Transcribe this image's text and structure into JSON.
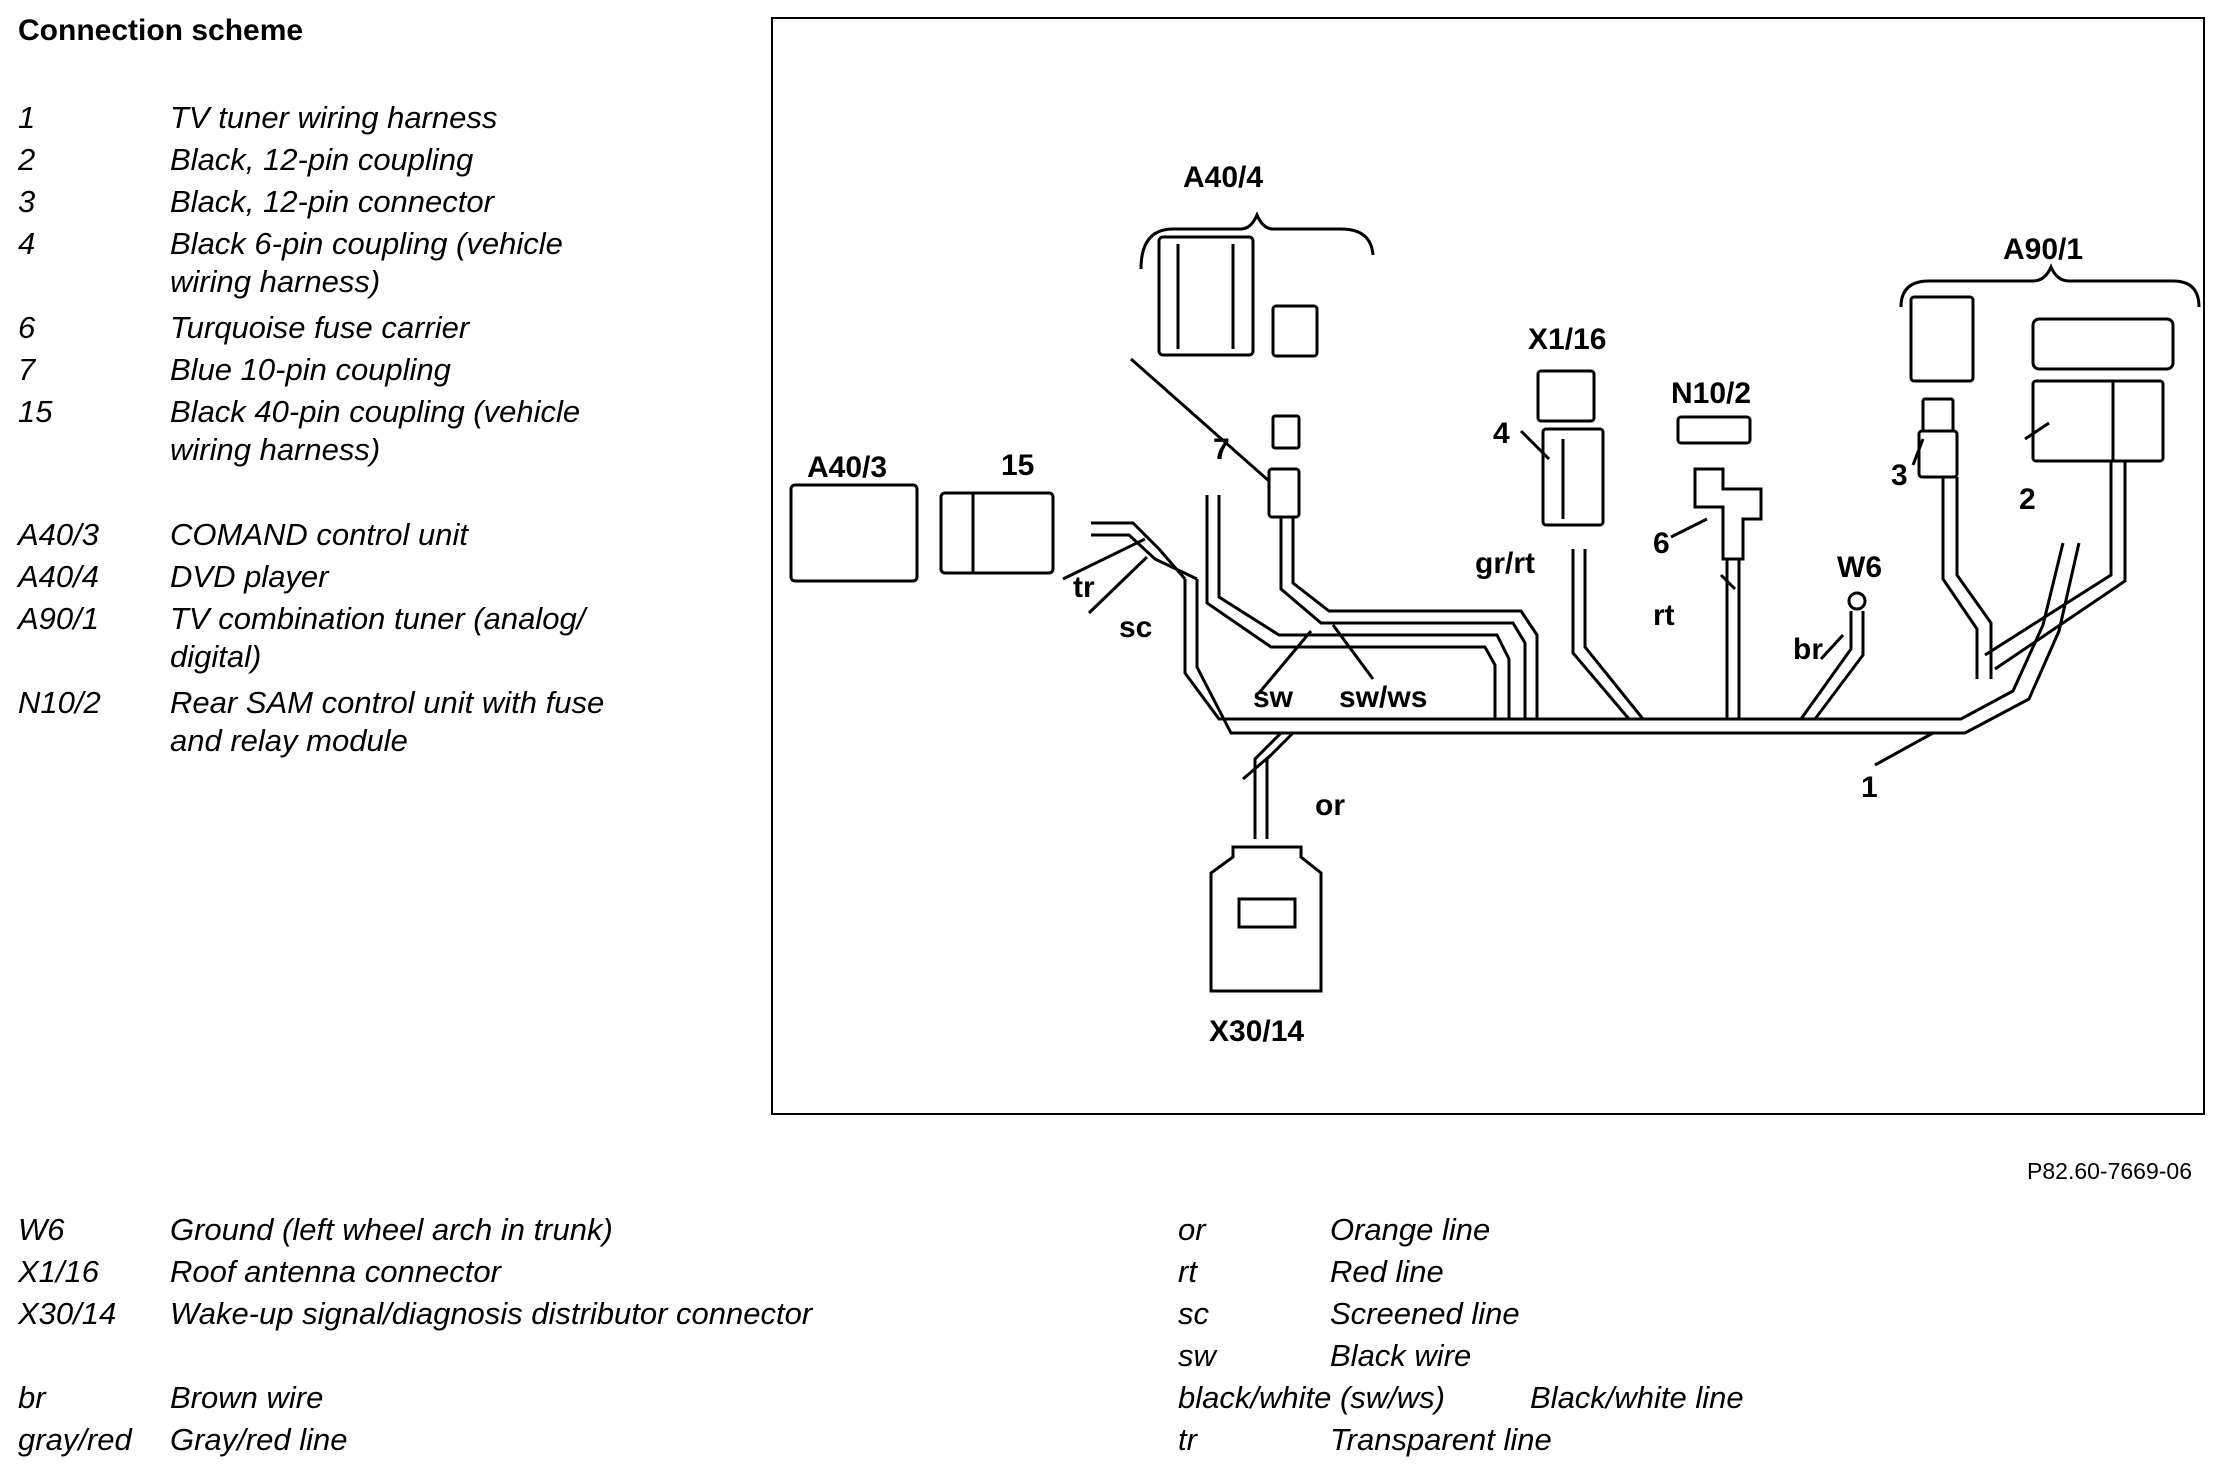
{
  "title": "Connection scheme",
  "figure_ref": "P82.60-7669-06",
  "legend_top": [
    {
      "code": "1",
      "desc": [
        "TV tuner wiring harness"
      ]
    },
    {
      "code": "2",
      "desc": [
        "Black, 12-pin coupling"
      ]
    },
    {
      "code": "3",
      "desc": [
        "Black, 12-pin connector"
      ]
    },
    {
      "code": "4",
      "desc": [
        "Black 6-pin coupling (vehicle",
        "wiring harness)"
      ]
    },
    {
      "code": "6",
      "desc": [
        "Turquoise fuse carrier"
      ]
    },
    {
      "code": "7",
      "desc": [
        "Blue 10-pin coupling"
      ]
    },
    {
      "code": "15",
      "desc": [
        "Black 40-pin coupling (vehicle",
        "wiring harness)"
      ]
    },
    {
      "code": "A40/3",
      "desc": [
        "COMAND control unit"
      ]
    },
    {
      "code": "A40/4",
      "desc": [
        "DVD player"
      ]
    },
    {
      "code": "A90/1",
      "desc": [
        "TV combination tuner (analog/",
        "digital)"
      ]
    },
    {
      "code": "N10/2",
      "desc": [
        "Rear SAM control unit with fuse",
        "and relay module"
      ]
    }
  ],
  "legend_bottom_left": [
    {
      "code": "W6",
      "desc": "Ground (left wheel arch in trunk)"
    },
    {
      "code": "X1/16",
      "desc": "Roof antenna connector"
    },
    {
      "code": "X30/14",
      "desc": "Wake-up signal/diagnosis distributor connector"
    },
    {
      "code": "br",
      "desc": "Brown wire"
    },
    {
      "code": "gray/red",
      "desc": "Gray/red line"
    }
  ],
  "legend_bottom_right": [
    {
      "code": "or",
      "desc": "Orange line"
    },
    {
      "code": "rt",
      "desc": "Red line"
    },
    {
      "code": "sc",
      "desc": "Screened line"
    },
    {
      "code": "sw",
      "desc": "Black wire"
    },
    {
      "code": "black/white (sw/ws)",
      "desc": "Black/white line"
    },
    {
      "code": "tr",
      "desc": "Transparent line"
    }
  ],
  "diagram_labels": {
    "a40_4": "A40/4",
    "a90_1": "A90/1",
    "x1_16": "X1/16",
    "n10_2": "N10/2",
    "a40_3": "A40/3",
    "c15": "15",
    "c7": "7",
    "c4": "4",
    "c3": "3",
    "c2": "2",
    "c6": "6",
    "c1": "1",
    "w6": "W6",
    "grrt": "gr/rt",
    "rt": "rt",
    "br": "br",
    "tr": "tr",
    "sc": "sc",
    "sw": "sw",
    "swws": "sw/ws",
    "or": "or",
    "x30_14": "X30/14"
  }
}
